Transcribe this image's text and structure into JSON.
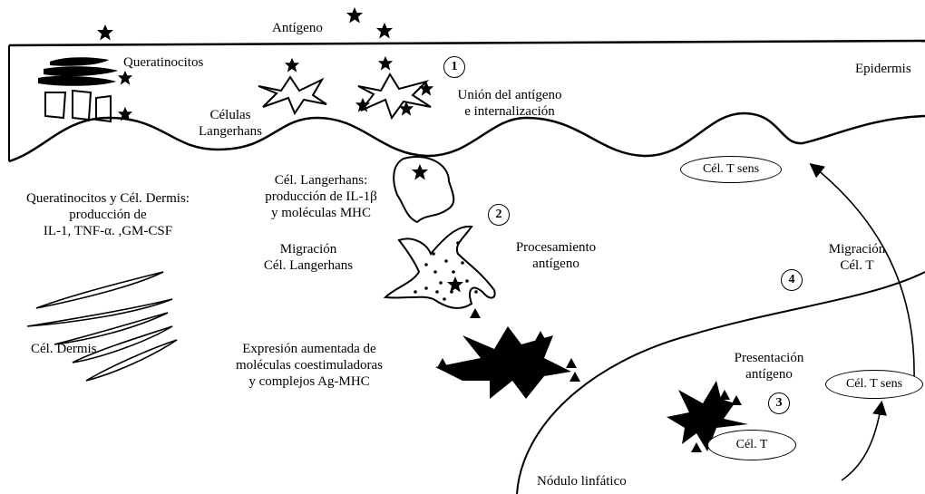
{
  "labels": {
    "antigen": "Antígeno",
    "keratinocytes": "Queratinocitos",
    "epidermis": "Epidermis",
    "langerhans_cells": [
      "Células",
      "Langerhans"
    ],
    "step1_text": [
      "Unión del antígeno",
      "e internalización"
    ],
    "langerhans_production": [
      "Cél. Langerhans:",
      "producción de IL-1β",
      "y moléculas MHC"
    ],
    "kerat_dermis_production": [
      "Queratinocitos y Cél. Dermis:",
      "producción de",
      "IL-1, TNF-α. ,GM-CSF"
    ],
    "lc_migration": [
      "Migración",
      "Cél. Langerhans"
    ],
    "antigen_processing": [
      "Procesamiento",
      "antígeno"
    ],
    "dermis_cells": "Cél. Dermis",
    "costim_expression": [
      "Expresión aumentada de",
      "moléculas coestimuladoras",
      "y complejos Ag-MHC"
    ],
    "t_migration": [
      "Migración",
      "Cél. T"
    ],
    "antigen_presentation": [
      "Presentación",
      "antígeno"
    ],
    "lymph_node": "Nódulo linfático"
  },
  "cells": {
    "t_sens_top": "Cél. T sens",
    "t_sens_right": "Cél. T sens",
    "t_cell": "Cél. T"
  },
  "steps": [
    "1",
    "2",
    "3",
    "4"
  ]
}
